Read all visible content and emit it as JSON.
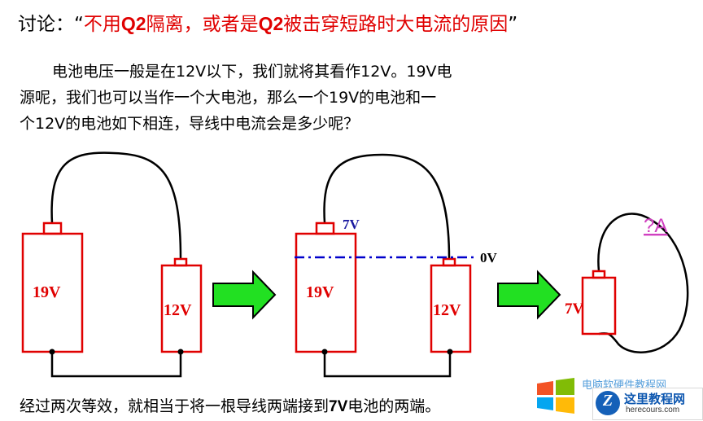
{
  "title": {
    "prefix": "讨论：",
    "open_quote": "“",
    "part1": "不用",
    "q2_a": "Q2",
    "part2": "隔离，或者是",
    "q2_b": "Q2",
    "part3": "被击穿短路时大电流的原因",
    "close_quote": "”"
  },
  "paragraph": {
    "line1": "电池电压一般是在12V以下，我们就将其看作12V。19V电",
    "line2": "源呢，我们也可以当作一个大电池，那么一个19V的电池和一",
    "line3": "个12V的电池如下相连，导线中电流会是多少呢？"
  },
  "diagram1": {
    "battery_big": "19V",
    "battery_small": "12V"
  },
  "diagram2": {
    "battery_big": "19V",
    "battery_small": "12V",
    "top_potential": "7V",
    "zero_line": "0V"
  },
  "diagram3": {
    "battery": "7V",
    "question": "?A"
  },
  "conclusion": {
    "part1": "经过两次等效，就相当于将一根导线两端接到",
    "bold": "7V",
    "part2": "电池的两端。"
  },
  "watermark": {
    "cn_text": "电脑软硬件教程网",
    "site_name": "这里教程网",
    "site_url": "herecours.com"
  },
  "colors": {
    "battery": "#e00000",
    "wire": "#000000",
    "arrow_fill": "#22e022",
    "dashed_line": "#0000cc",
    "label_blue": "#1a1aa0",
    "question": "#d040c0"
  }
}
